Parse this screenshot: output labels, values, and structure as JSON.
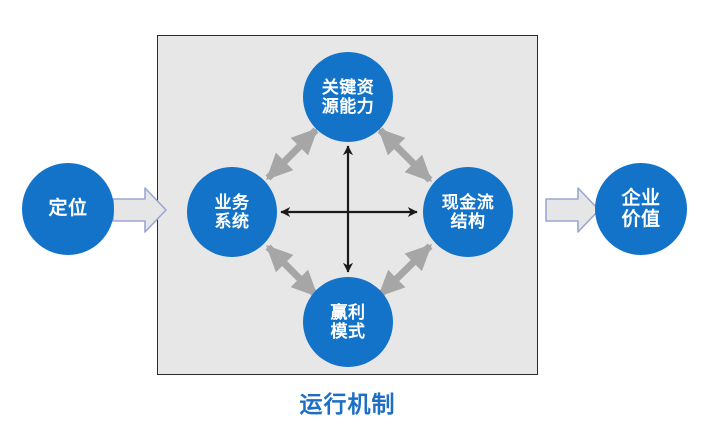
{
  "diagram": {
    "title_caption": "运行机制",
    "colors": {
      "node_blue": "#1273c8",
      "caption_blue": "#1e6fc4",
      "box_fill": "#e7e7e7",
      "box_border": "#2b2b2b",
      "gray_arrow": "#a6a6a6",
      "black_arrow": "#1a1a1a",
      "block_arrow_fill": "#e6e6e6",
      "block_arrow_border": "#9aa7d4"
    },
    "input_node": {
      "label": "定位",
      "lines": [
        "定位"
      ]
    },
    "output_node": {
      "label": "企业价值",
      "lines": [
        "企业",
        "价值"
      ]
    },
    "mechanism_nodes": [
      {
        "id": "resource",
        "label": "关键资源能力",
        "lines": [
          "关键资",
          "源能力"
        ],
        "position": "top"
      },
      {
        "id": "business",
        "label": "业务系统",
        "lines": [
          "业务",
          "系统"
        ],
        "position": "left"
      },
      {
        "id": "cashflow",
        "label": "现金流结构",
        "lines": [
          "现金流",
          "结构"
        ],
        "position": "right"
      },
      {
        "id": "profit",
        "label": "赢利模式",
        "lines": [
          "赢利",
          "模式"
        ],
        "position": "bottom"
      }
    ],
    "connections": [
      {
        "from": "business",
        "to": "resource",
        "style": "gray",
        "heads": "double"
      },
      {
        "from": "resource",
        "to": "cashflow",
        "style": "gray",
        "heads": "double"
      },
      {
        "from": "business",
        "to": "profit",
        "style": "gray",
        "heads": "double"
      },
      {
        "from": "profit",
        "to": "cashflow",
        "style": "gray",
        "heads": "double"
      },
      {
        "from": "business",
        "to": "cashflow",
        "style": "black",
        "heads": "double"
      },
      {
        "from": "resource",
        "to": "profit",
        "style": "black",
        "heads": "double"
      }
    ],
    "flow_arrows": [
      {
        "id": "left-block-arrow",
        "from": "定位",
        "to": "运行机制"
      },
      {
        "id": "right-block-arrow",
        "from": "运行机制",
        "to": "企业价值"
      }
    ]
  }
}
